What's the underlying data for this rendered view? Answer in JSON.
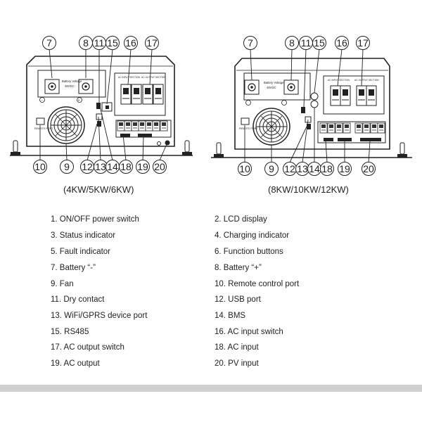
{
  "captions": {
    "left": "(4KW/5KW/6KW)",
    "right": "(8KW/10KW/12KW)"
  },
  "callouts": [
    "7",
    "8",
    "11",
    "15",
    "16",
    "17",
    "10",
    "9",
    "12",
    "13",
    "14",
    "18",
    "19",
    "20"
  ],
  "panel_text": {
    "battery_voltage": "Battery Voltage",
    "battery_model": "48VDC",
    "remote_port": "REMOTE PORT",
    "ac_input_section": "AC INPUT SECTION",
    "ac_output_section": "AC OUTPUT SECTION"
  },
  "legend": [
    "1. ON/OFF power switch",
    "2. LCD display",
    "3. Status indicator",
    "4. Charging indicator",
    "5. Fault indicator",
    "6. Function buttons",
    "7. Battery “-”",
    "8. Battery “+”",
    "9. Fan",
    "10. Remote control port",
    "11. Dry contact",
    "12. USB port",
    "13. WiFi/GPRS device port",
    "14. BMS",
    "15. RS485",
    "16. AC input switch",
    "17. AC output switch",
    "18. AC input",
    "19. AC output",
    "20. PV input"
  ]
}
